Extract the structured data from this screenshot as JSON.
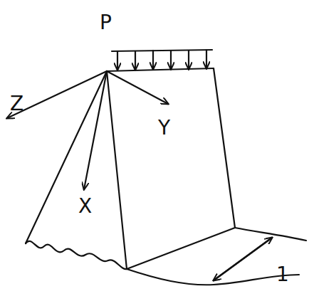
{
  "diagram": {
    "labels": [
      "P",
      "Z",
      "Y",
      "X",
      "1"
    ]
  }
}
